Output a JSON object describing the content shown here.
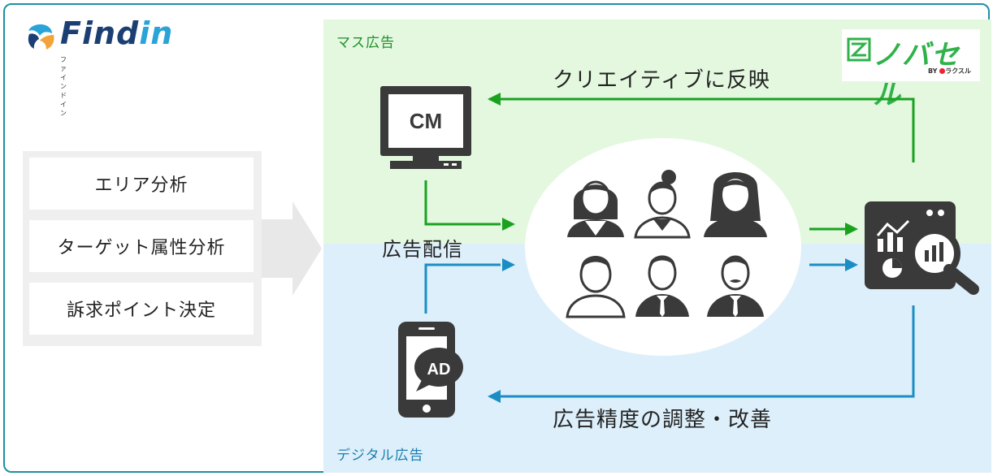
{
  "logo": {
    "name_main": "Find",
    "name_accent": "in",
    "subtitle": "ファインドイン"
  },
  "process_steps": [
    "エリア分析",
    "ターゲット属性分析",
    "訴求ポイント決定"
  ],
  "zones": {
    "mass_label": "マス広告",
    "digital_label": "デジタル広告"
  },
  "devices": {
    "tv_label": "CM",
    "phone_label": "AD"
  },
  "flow": {
    "top_arrow_label": "クリエイティブに反映",
    "bottom_arrow_label": "広告精度の調整・改善",
    "delivery_label": "広告配信"
  },
  "brand": {
    "name": "ノバセル",
    "by_label": "BY",
    "parent": "ラクスル"
  },
  "colors": {
    "mass": "#1aa21f",
    "digital": "#1a8ec4",
    "mass_bg": "#e3f8df",
    "digital_bg": "#ddeffa",
    "icon": "#3a3a3a"
  }
}
